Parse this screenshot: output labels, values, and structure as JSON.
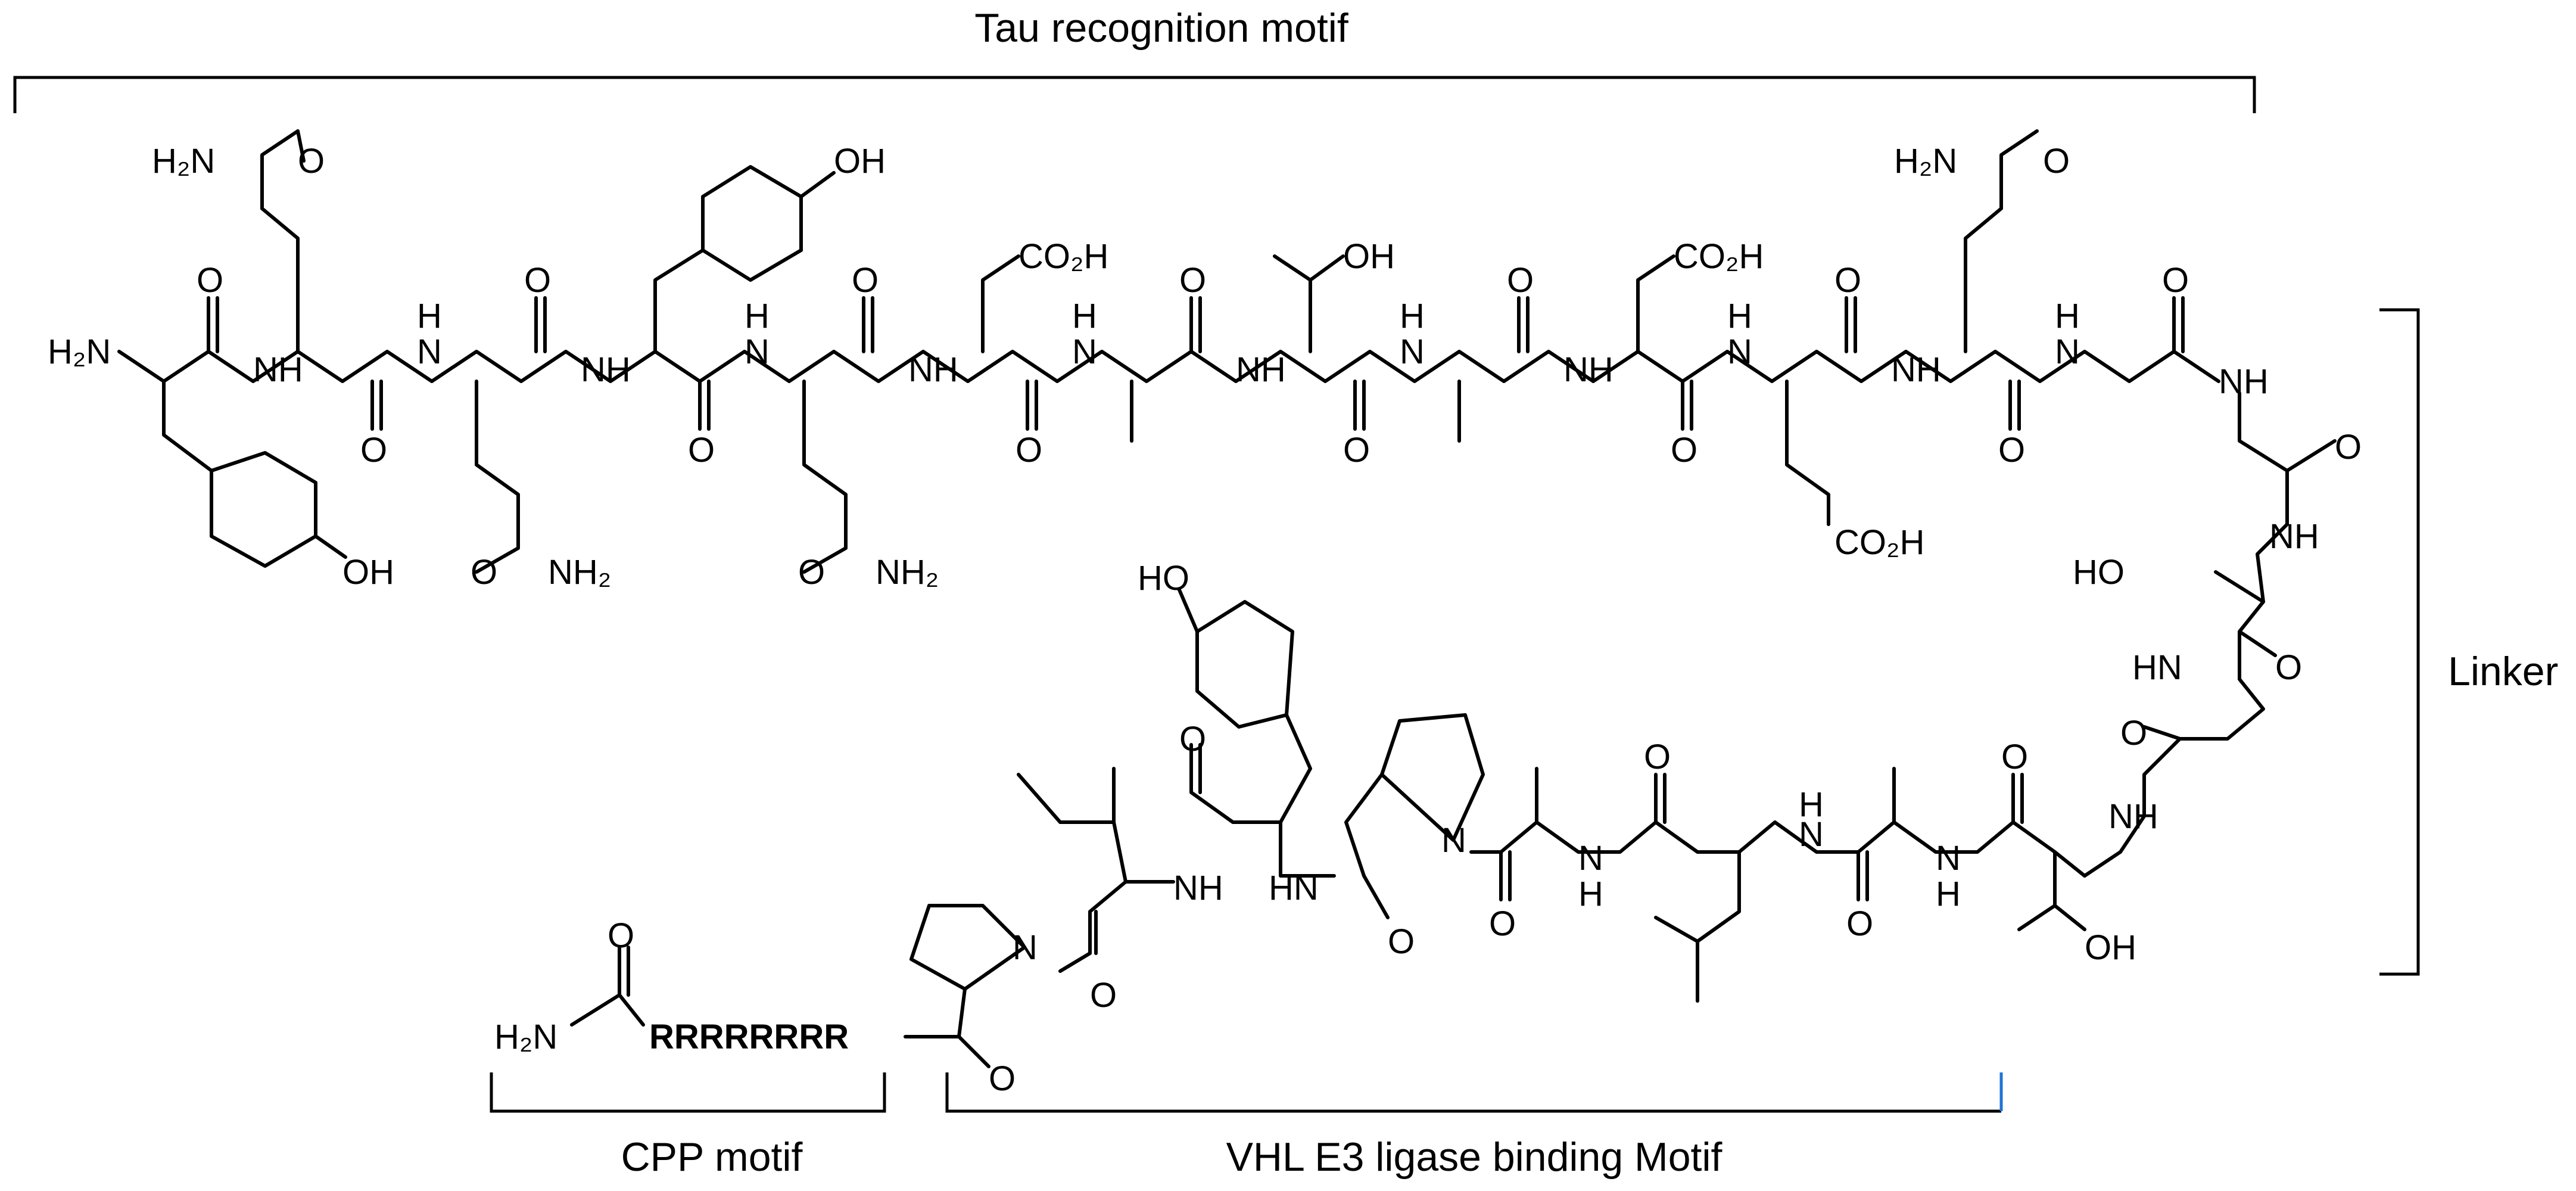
{
  "labels": {
    "tau_motif": "Tau recognition motif",
    "linker": "Linker",
    "cpp_motif": "CPP motif",
    "vhl_motif": "VHL E3 ligase binding Motif",
    "arg_chain": "RRRRRRRR"
  },
  "atoms": {
    "amine": "H₂N",
    "hydroxyl": "OH",
    "hydroxyl_left": "HO",
    "amide_nh": "NH",
    "amide_h": "H",
    "amide_hn": "HN",
    "nitrogen": "N",
    "oxygen": "O",
    "nh2_amide": "NH₂",
    "carboxyl": "CO₂H"
  },
  "colors": {
    "ink": "#000000",
    "vhl_bracket_end": "#1f73d6"
  }
}
